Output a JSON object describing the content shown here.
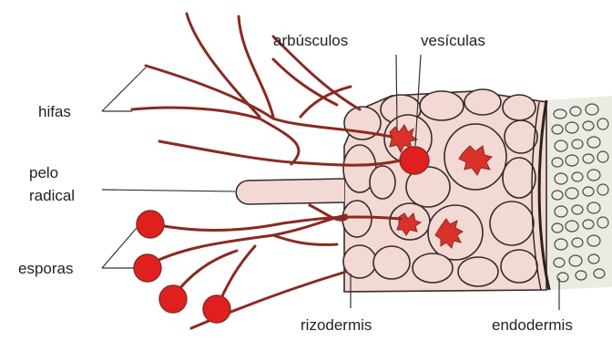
{
  "labels": {
    "arbusculos": "arbúsculos",
    "vesiculas": "vesículas",
    "hifas": "hifas",
    "pelo": "pelo",
    "radical": "radical",
    "esporas": "esporas",
    "rizodermis": "rizodermis",
    "endodermis": "endodermis"
  },
  "colors": {
    "hypha": "#8a2a22",
    "spore": "#e0201e",
    "cell_fill": "#f2d9d3",
    "cell_stroke": "#3a2a28",
    "stele": "#eaeae2"
  }
}
